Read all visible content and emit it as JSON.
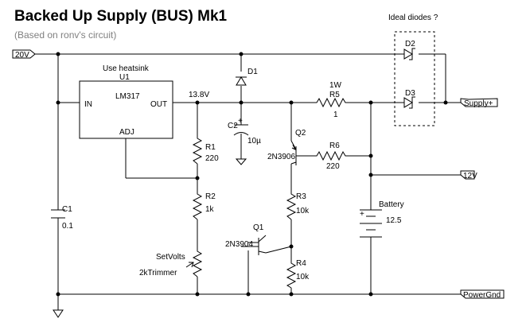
{
  "title": "Backed Up Supply (BUS) Mk1",
  "subtitle": "(Based on ronv's circuit)",
  "ports": {
    "input": "20V",
    "supply_out": "Supply+",
    "out_12v": "12V",
    "ground": "PowerGnd"
  },
  "notes": {
    "heatsink": "Use heatsink",
    "ideal_diodes": "Ideal diodes ?"
  },
  "regulator": {
    "ref": "U1",
    "part": "LM317",
    "pin_in": "IN",
    "pin_out": "OUT",
    "pin_adj": "ADJ"
  },
  "nets": {
    "reg_out_voltage": "13.8V"
  },
  "components": {
    "d1": {
      "ref": "D1"
    },
    "d2": {
      "ref": "D2"
    },
    "d3": {
      "ref": "D3"
    },
    "c1": {
      "ref": "C1",
      "value": "0.1"
    },
    "c2": {
      "ref": "C2",
      "value": "10µ",
      "polarity": "+"
    },
    "r1": {
      "ref": "R1",
      "value": "220"
    },
    "r2": {
      "ref": "R2",
      "value": "1k"
    },
    "r3": {
      "ref": "R3",
      "value": "10k"
    },
    "r4": {
      "ref": "R4",
      "value": "10k"
    },
    "r5": {
      "ref": "R5",
      "value": "1",
      "power": "1W"
    },
    "r6": {
      "ref": "R6",
      "value": "220"
    },
    "q1": {
      "ref": "Q1",
      "part": "2N3904"
    },
    "q2": {
      "ref": "Q2",
      "part": "2N3906"
    },
    "trimmer": {
      "ref": "SetVolts",
      "part": "2kTrimmer"
    },
    "battery": {
      "ref": "Battery",
      "value": "12.5",
      "polarity": "+"
    }
  }
}
